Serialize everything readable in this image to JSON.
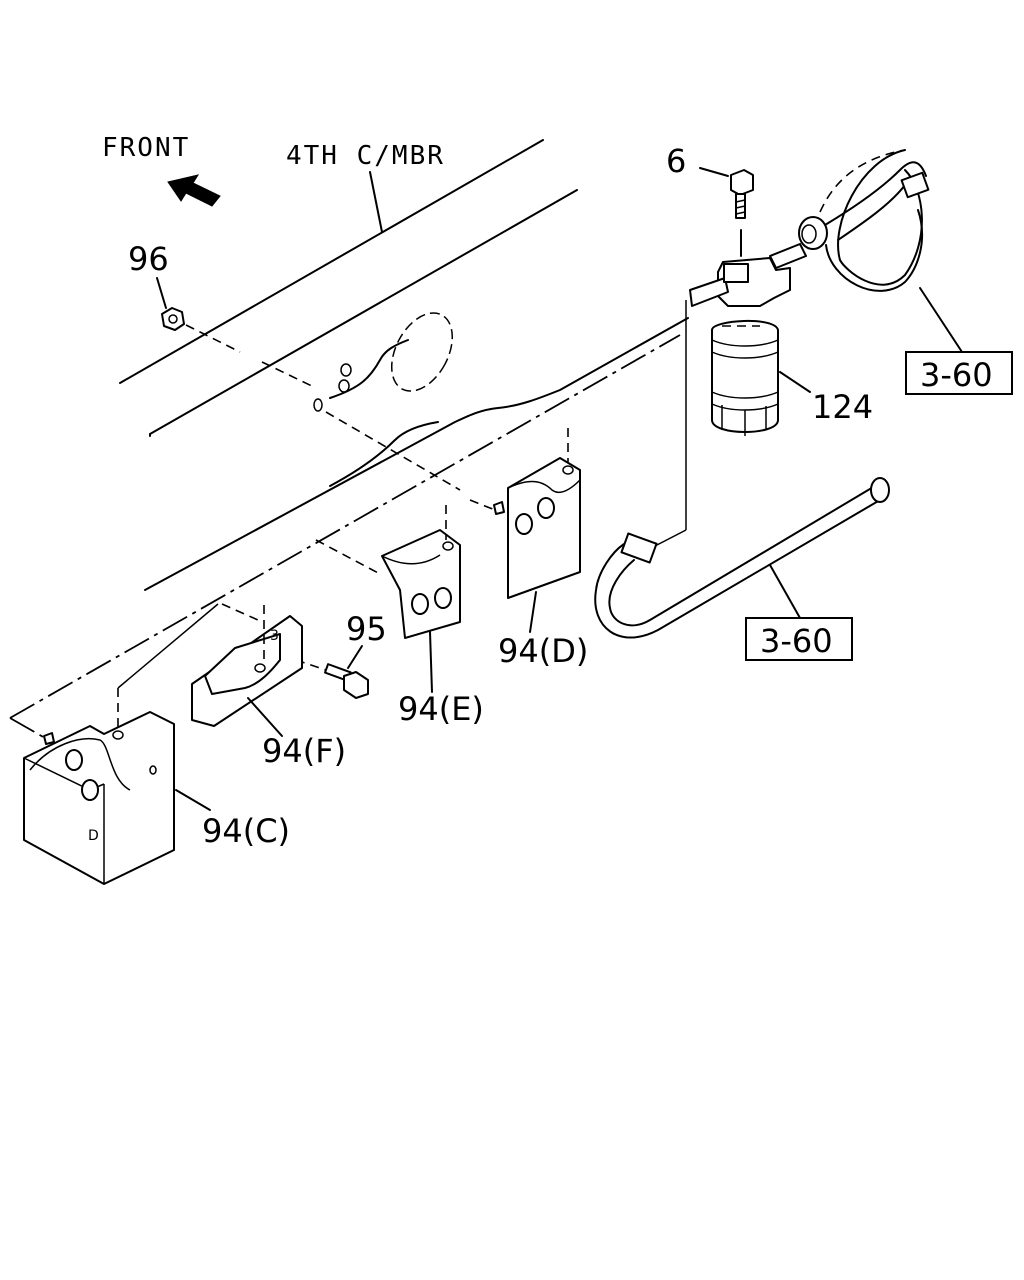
{
  "labels": {
    "front": "FRONT",
    "member": "4TH C/MBR",
    "part_96": "96",
    "part_6": "6",
    "part_124": "124",
    "part_95": "95",
    "part_94c": "94(C)",
    "part_94d": "94(D)",
    "part_94e": "94(E)",
    "part_94f": "94(F)",
    "ref_top": "3-60",
    "ref_bottom": "3-60",
    "mark_d": "D",
    "mark_3": "3"
  }
}
